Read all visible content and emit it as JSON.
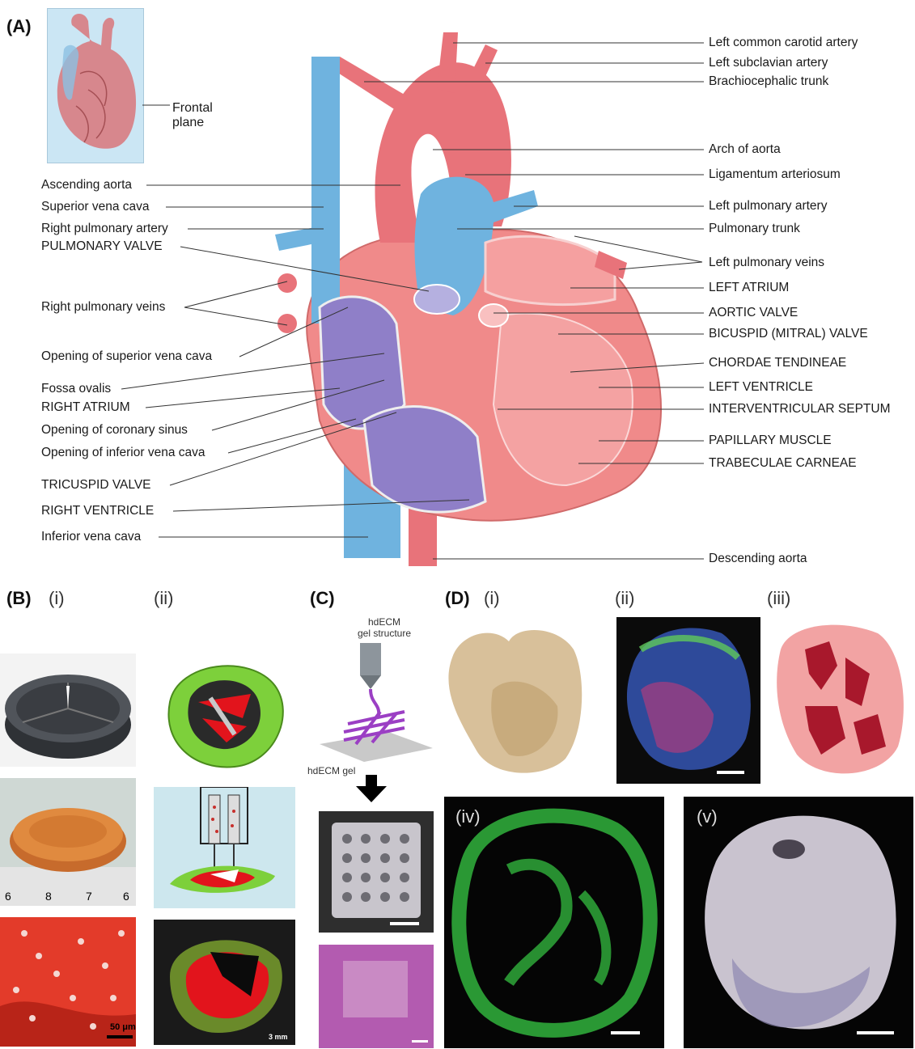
{
  "panels": {
    "A": "(A)",
    "B": "(B)",
    "C": "(C)",
    "D": "(D)"
  },
  "sublabels": {
    "B_i": "(i)",
    "B_ii": "(ii)",
    "D_i": "(i)",
    "D_ii": "(ii)",
    "D_iii": "(iii)",
    "D_iv": "(iv)",
    "D_v": "(v)"
  },
  "heart": {
    "inset_label": "Frontal\nplane",
    "left_labels": [
      "Ascending aorta",
      "Superior vena cava",
      "Right pulmonary artery",
      "PULMONARY VALVE",
      "Right pulmonary veins",
      "Opening of superior vena cava",
      "Fossa ovalis",
      "RIGHT ATRIUM",
      "Opening of coronary sinus",
      "Opening of inferior vena cava",
      "TRICUSPID VALVE",
      "RIGHT VENTRICLE",
      "Inferior vena cava"
    ],
    "right_labels": [
      "Left common carotid artery",
      "Left subclavian artery",
      "Brachiocephalic trunk",
      "Arch of aorta",
      "Ligamentum arteriosum",
      "Left pulmonary artery",
      "Pulmonary trunk",
      "Left pulmonary veins",
      "LEFT ATRIUM",
      "AORTIC VALVE",
      "BICUSPID (MITRAL) VALVE",
      "CHORDAE TENDINEAE",
      "LEFT VENTRICLE",
      "INTERVENTRICULAR SEPTUM",
      "PAPILLARY MUSCLE",
      "TRABECULAE CARNEAE",
      "Descending aorta"
    ]
  },
  "panelB": {
    "scale_i": "50 μm",
    "scale_ii": "3 mm",
    "ruler_numbers": [
      "6",
      "8",
      "7",
      "6"
    ]
  },
  "panelC": {
    "title": "hdECM\ngel structure",
    "gel_label": "hdECM gel"
  },
  "colors": {
    "artery": "#e8737a",
    "vein": "#6fb3df",
    "muscle": "#f08a8a",
    "chamber": "#8f7fc8",
    "green": "#7dd03b",
    "red": "#e2141c"
  }
}
